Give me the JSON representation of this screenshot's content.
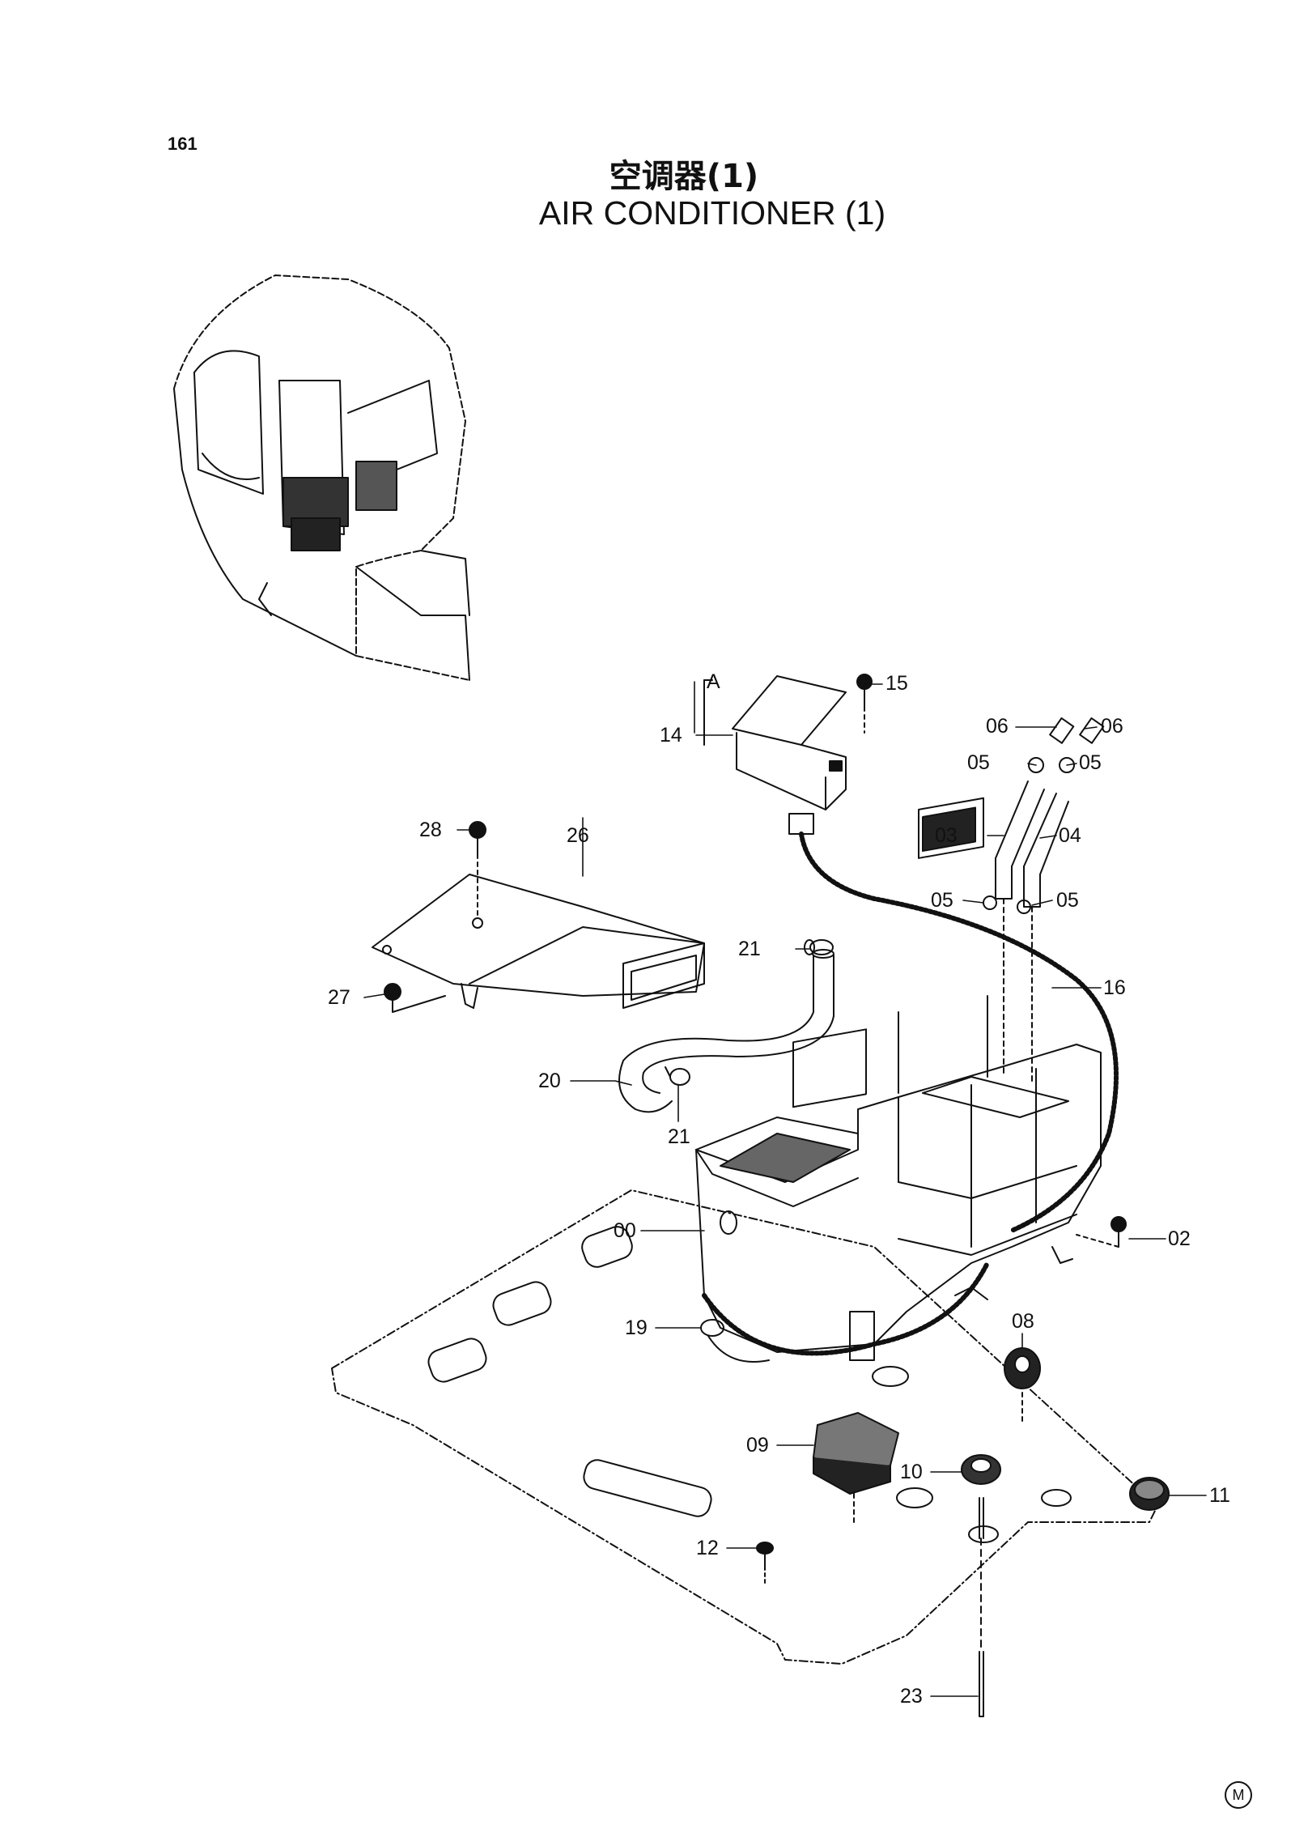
{
  "page": {
    "number": "161"
  },
  "title": {
    "chinese": "空调器(1)",
    "english": "AIR CONDITIONER  (1)"
  },
  "detail_label": "A",
  "parts": [
    {
      "id": "l00",
      "text": "00"
    },
    {
      "id": "l02",
      "text": "02"
    },
    {
      "id": "l03",
      "text": "03"
    },
    {
      "id": "l04",
      "text": "04"
    },
    {
      "id": "l05a",
      "text": "05"
    },
    {
      "id": "l05b",
      "text": "05"
    },
    {
      "id": "l05c",
      "text": "05"
    },
    {
      "id": "l05d",
      "text": "05"
    },
    {
      "id": "l06a",
      "text": "06"
    },
    {
      "id": "l06b",
      "text": "06"
    },
    {
      "id": "l08",
      "text": "08"
    },
    {
      "id": "l09",
      "text": "09"
    },
    {
      "id": "l10",
      "text": "10"
    },
    {
      "id": "l11",
      "text": "11"
    },
    {
      "id": "l12",
      "text": "12"
    },
    {
      "id": "l14",
      "text": "14"
    },
    {
      "id": "l15",
      "text": "15"
    },
    {
      "id": "l16",
      "text": "16"
    },
    {
      "id": "l19",
      "text": "19"
    },
    {
      "id": "l20",
      "text": "20"
    },
    {
      "id": "l21a",
      "text": "21"
    },
    {
      "id": "l21b",
      "text": "21"
    },
    {
      "id": "l23",
      "text": "23"
    },
    {
      "id": "l26",
      "text": "26"
    },
    {
      "id": "l27",
      "text": "27"
    },
    {
      "id": "l28",
      "text": "28"
    }
  ],
  "corner_mark": "M"
}
